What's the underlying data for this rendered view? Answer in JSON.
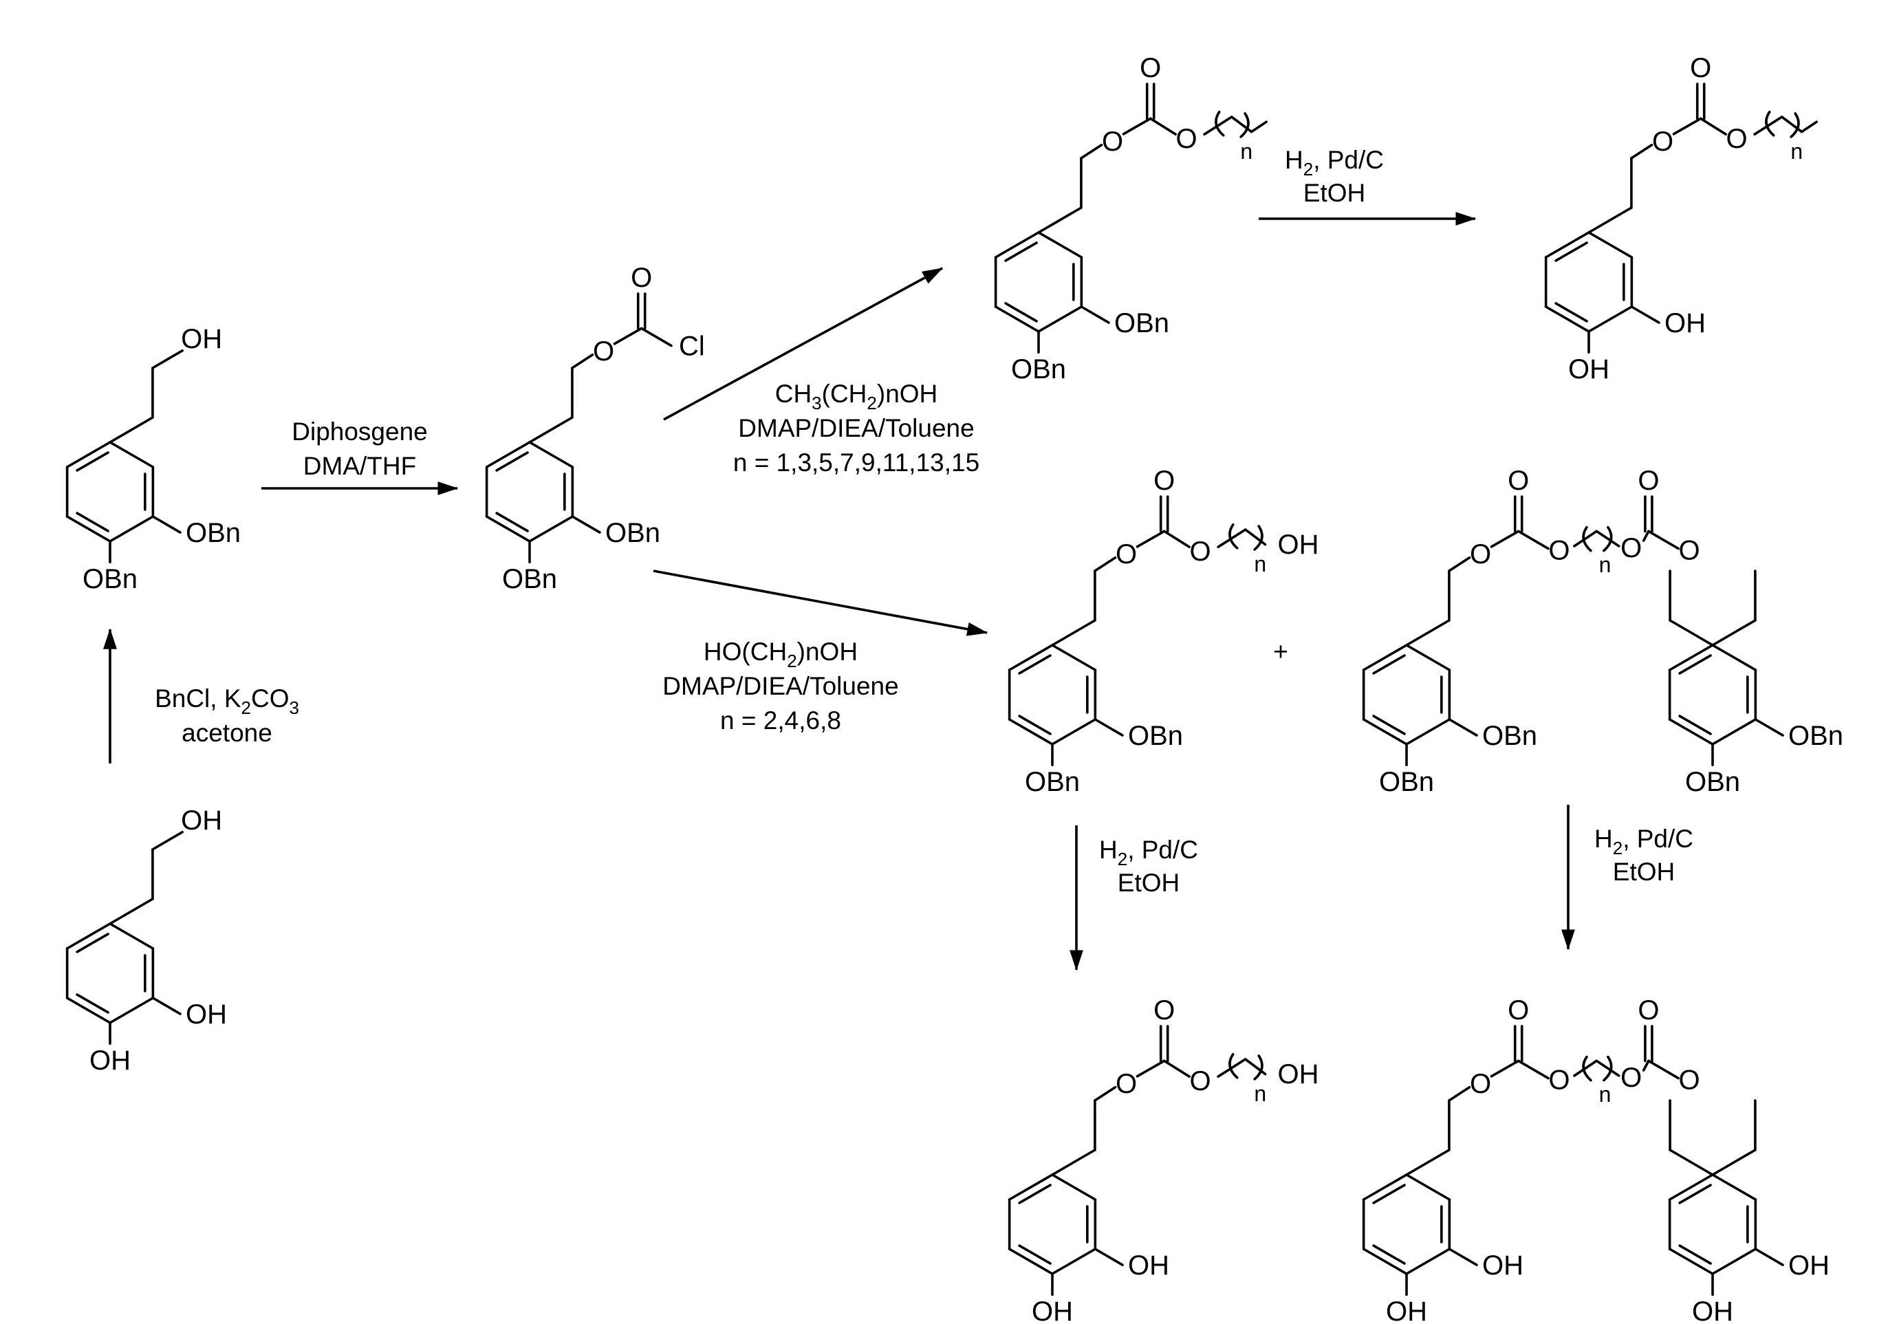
{
  "atoms": {
    "OH": "OH",
    "OBn": "OBn",
    "O": "O",
    "Cl": "Cl",
    "n": "n"
  },
  "colors": {
    "ink": "#000000",
    "background": "#ffffff"
  },
  "conditions": {
    "benzylation": {
      "line1_a": "BnCl, K",
      "line1_sub1": "2",
      "line1_b": "CO",
      "line1_sub2": "3",
      "line2": "acetone"
    },
    "chloroformate": {
      "line1": "Diphosgene",
      "line2": "DMA/THF"
    },
    "alkyl_route": {
      "line1_a": "CH",
      "line1_sub1": "3",
      "line1_b": "(CH",
      "line1_sub2": "2",
      "line1_c": ")nOH",
      "line2": "DMAP/DIEA/Toluene",
      "line3": "n = 1,3,5,7,9,11,13,15"
    },
    "diol_route": {
      "line1_a": "HO(CH",
      "line1_sub": "2",
      "line1_b": ")nOH",
      "line2": "DMAP/DIEA/Toluene",
      "line3": "n = 2,4,6,8"
    },
    "hydrogenolysis": {
      "line1_a": "H",
      "line1_sub": "2",
      "line1_b": ", Pd/C",
      "line2": "EtOH"
    }
  },
  "plus_sign": "+"
}
